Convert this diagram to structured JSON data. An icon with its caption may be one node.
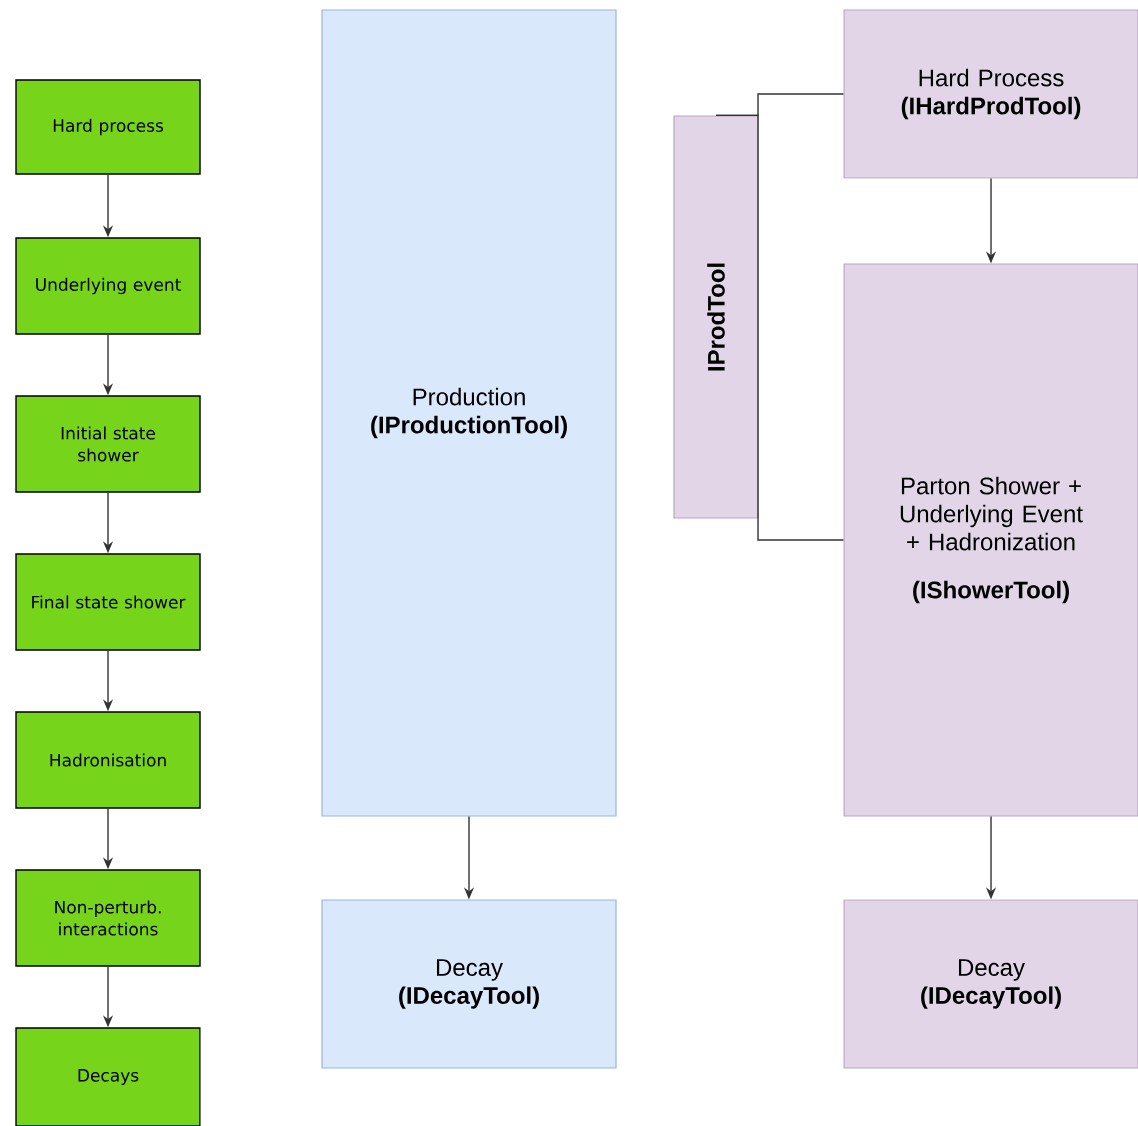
{
  "diagram": {
    "nodes": [
      {
        "text": [
          "Hard process"
        ]
      },
      {
        "text": [
          "Underlying event"
        ]
      },
      {
        "text": [
          "Initial state shower"
        ]
      },
      {
        "text": [
          "Final state shower"
        ]
      },
      {
        "text": [
          "Hadronisation"
        ]
      },
      {
        "text": [
          "Non-perturb. interactions"
        ]
      },
      {
        "text": [
          "Decays"
        ]
      },
      {
        "text": [
          "Production",
          "(IProductionTool)"
        ]
      },
      {
        "text": [
          "Decay",
          "(IDecayTool)"
        ]
      },
      {
        "text": [
          "IProdTool"
        ]
      },
      {
        "text": [
          "Hard Process",
          "(IHardProdTool)"
        ]
      },
      {
        "text": [
          "Parton Shower + Underlying Event + Hadronization",
          "(IShowerTool)"
        ]
      },
      {
        "text": [
          "Decay",
          "(IDecayTool)"
        ]
      }
    ],
    "edges": [
      {
        "from": 0,
        "to": 1,
        "arrow": "to"
      },
      {
        "from": 1,
        "to": 2,
        "arrow": "to"
      },
      {
        "from": 2,
        "to": 3,
        "arrow": "to"
      },
      {
        "from": 3,
        "to": 4,
        "arrow": "to"
      },
      {
        "from": 4,
        "to": 5,
        "arrow": "to"
      },
      {
        "from": 5,
        "to": 6,
        "arrow": "to"
      },
      {
        "from": 7,
        "to": 8,
        "arrow": "to"
      },
      {
        "from": 9,
        "to": 10,
        "arrow": "none"
      },
      {
        "from": 9,
        "to": 11,
        "arrow": "none"
      },
      {
        "from": 10,
        "to": 11,
        "arrow": "to"
      },
      {
        "from": 11,
        "to": 12,
        "arrow": "to"
      }
    ]
  }
}
